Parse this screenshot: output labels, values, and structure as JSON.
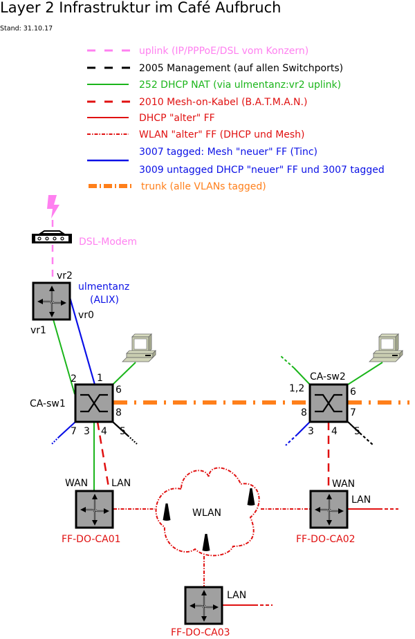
{
  "header": {
    "title": "Layer 2 Infrastruktur im Café Aufbruch",
    "stand": "Stand: 31.10.17"
  },
  "colors": {
    "uplink": "#ff80f0",
    "management": "#000000",
    "dhcp_nat": "#1ab51a",
    "mesh_kabel": "#e01010",
    "dhcp_alter": "#e01010",
    "wlan_alter": "#e01010",
    "tagged_neuer": "#0a10e6",
    "trunk": "#ff7f1a",
    "device_fill": "#a0a0a0"
  },
  "legend": [
    {
      "style": "uplink",
      "label": "uplink (IP/PPPoE/DSL vom Konzern)"
    },
    {
      "style": "management",
      "label": "2005 Management (auf allen Switchports)"
    },
    {
      "style": "dhcp_nat",
      "label": "252 DHCP NAT (via ulmentanz:vr2 uplink)"
    },
    {
      "style": "mesh_kabel",
      "label": "2010 Mesh-on-Kabel (B.A.T.M.A.N.)"
    },
    {
      "style": "dhcp_alter",
      "label": "DHCP \"alter\" FF"
    },
    {
      "style": "wlan_alter",
      "label": "WLAN \"alter\" FF (DHCP und Mesh)"
    },
    {
      "style": "tagged_neuer",
      "label": "3007 tagged: Mesh \"neuer\" FF (Tinc)"
    },
    {
      "style": "tagged_neuer_2",
      "label": "3009 untagged DHCP \"neuer\" FF und 3007 tagged"
    },
    {
      "style": "trunk",
      "label": "trunk (alle VLANs tagged)"
    }
  ],
  "nodes": {
    "modem": {
      "label": "DSL-Modem",
      "icon": "dsl-modem-icon"
    },
    "uplink_icon": "lightning-icon",
    "router": {
      "name": "ulmentanz",
      "sub": "(ALIX)",
      "ports": {
        "vr0": "vr0",
        "vr1": "vr1",
        "vr2": "vr2"
      }
    },
    "sw1": {
      "label": "CA-sw1",
      "ports": [
        "1",
        "2",
        "3",
        "4",
        "5",
        "6",
        "7",
        "8"
      ]
    },
    "sw2": {
      "label": "CA-sw2",
      "ports": [
        "1,2",
        "3",
        "4",
        "5",
        "6",
        "7",
        "8"
      ]
    },
    "ca01": {
      "label": "FF-DO-CA01",
      "wan": "WAN",
      "lan": "LAN"
    },
    "ca02": {
      "label": "FF-DO-CA02",
      "wan": "WAN",
      "lan": "LAN"
    },
    "ca03": {
      "label": "FF-DO-CA03",
      "lan": "LAN"
    },
    "wlan": {
      "label": "WLAN"
    }
  }
}
